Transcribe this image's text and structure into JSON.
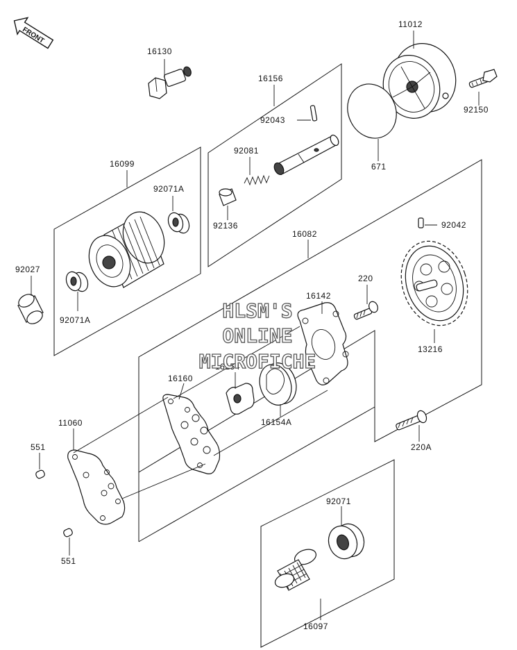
{
  "front_badge": "FRONT",
  "watermark": [
    "HLSM'S",
    "ONLINE",
    "MICROFICHE"
  ],
  "labels": {
    "p11012": "11012",
    "p16130": "16130",
    "p16156": "16156",
    "p92150": "92150",
    "p92043": "92043",
    "p92081": "92081",
    "p671": "671",
    "p16099": "16099",
    "p92071A_top": "92071A",
    "p92136": "92136",
    "p92027": "92027",
    "p92071A_bottom": "92071A",
    "p16082": "16082",
    "p92042": "92042",
    "p220": "220",
    "p16142": "16142",
    "p13216": "13216",
    "p16154": "16154",
    "p16160": "16160",
    "p16154A": "16154A",
    "p11060": "11060",
    "p551_top": "551",
    "p220A": "220A",
    "p551_bottom": "551",
    "p92071": "92071",
    "p16097": "16097"
  }
}
